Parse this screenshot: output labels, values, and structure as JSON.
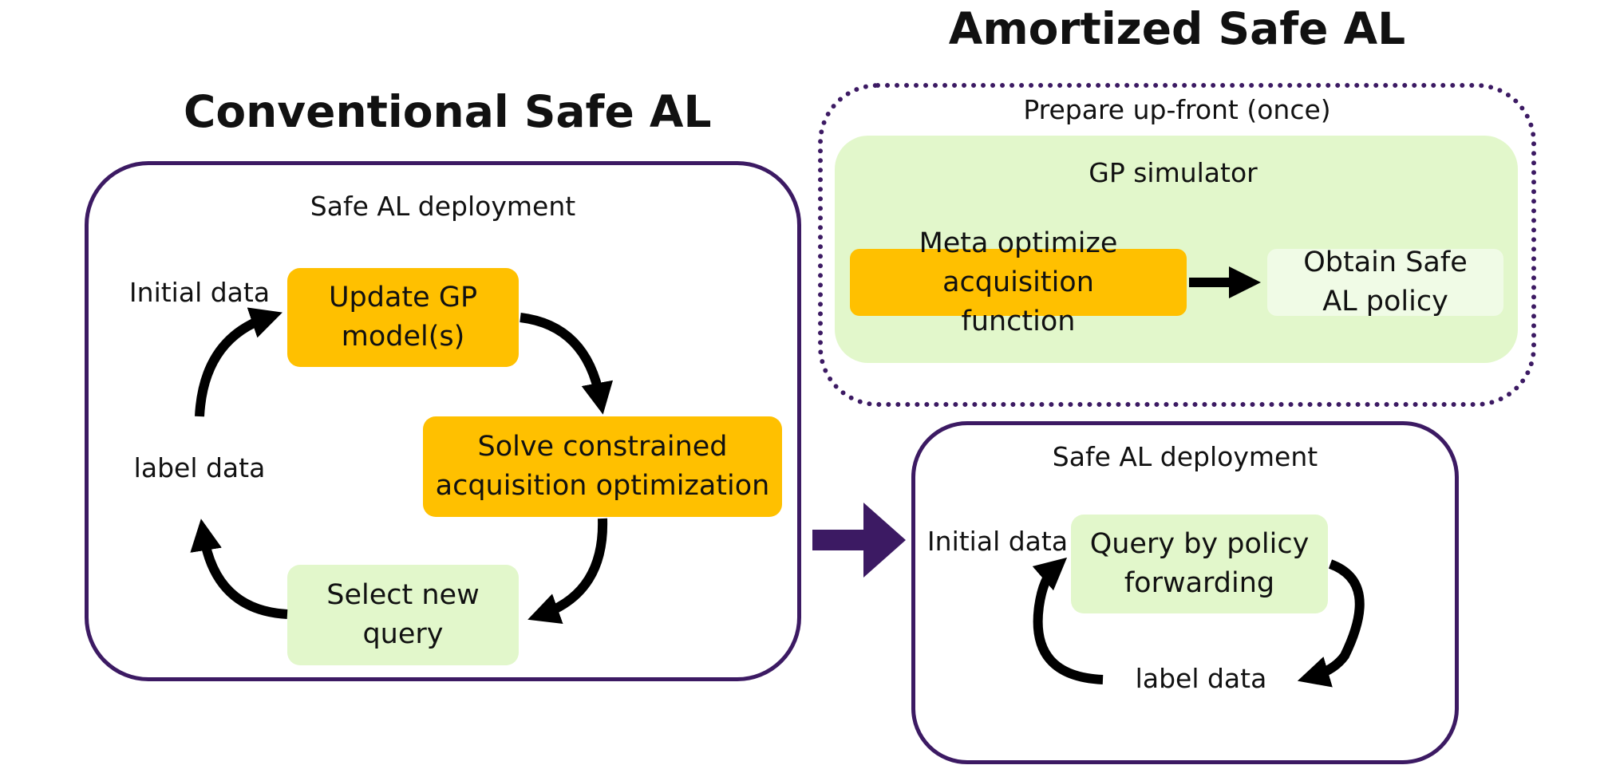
{
  "conventional": {
    "title": "Conventional Safe AL",
    "deployment_label": "Safe AL deployment",
    "initial_data": "Initial data",
    "label_data": "label data",
    "update_gp": "Update GP model(s)",
    "solve_acq": "Solve constrained acquisition optimization",
    "select_query": "Select new query"
  },
  "amortized": {
    "title": "Amortized Safe AL",
    "prepare_label": "Prepare up-front (once)",
    "simulator_label": "GP simulator",
    "meta_optimize": "Meta optimize acquisition function",
    "obtain_policy": "Obtain Safe AL policy",
    "deployment_label": "Safe AL deployment",
    "initial_data": "Initial data",
    "query_policy": "Query by policy forwarding",
    "label_data": "label data"
  },
  "colors": {
    "frame": "#3c1a63",
    "orange": "#ffc000",
    "green": "#e2f7cb",
    "arrow": "#000000"
  }
}
